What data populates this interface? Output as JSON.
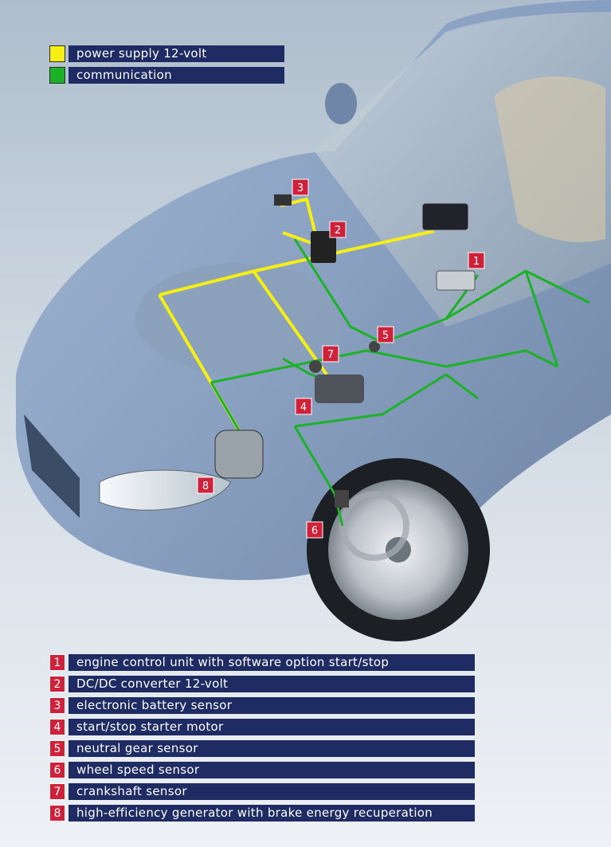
{
  "legend": [
    {
      "label": "power supply 12-volt",
      "color": "#f5ef12"
    },
    {
      "label": "communication",
      "color": "#1bb227"
    }
  ],
  "components": [
    {
      "num": "1",
      "label": "engine control unit with software option start/stop"
    },
    {
      "num": "2",
      "label": "DC/DC converter 12-volt"
    },
    {
      "num": "3",
      "label": "electronic battery sensor"
    },
    {
      "num": "4",
      "label": "start/stop starter motor"
    },
    {
      "num": "5",
      "label": "neutral gear sensor"
    },
    {
      "num": "6",
      "label": "wheel speed sensor"
    },
    {
      "num": "7",
      "label": "crankshaft sensor"
    },
    {
      "num": "8",
      "label": "high-efficiency generator with brake energy recuperation"
    }
  ],
  "colors": {
    "power": "#f5ef12",
    "communication": "#1bb227",
    "callout": "#d0213a",
    "label_bar": "#1f2b63"
  }
}
